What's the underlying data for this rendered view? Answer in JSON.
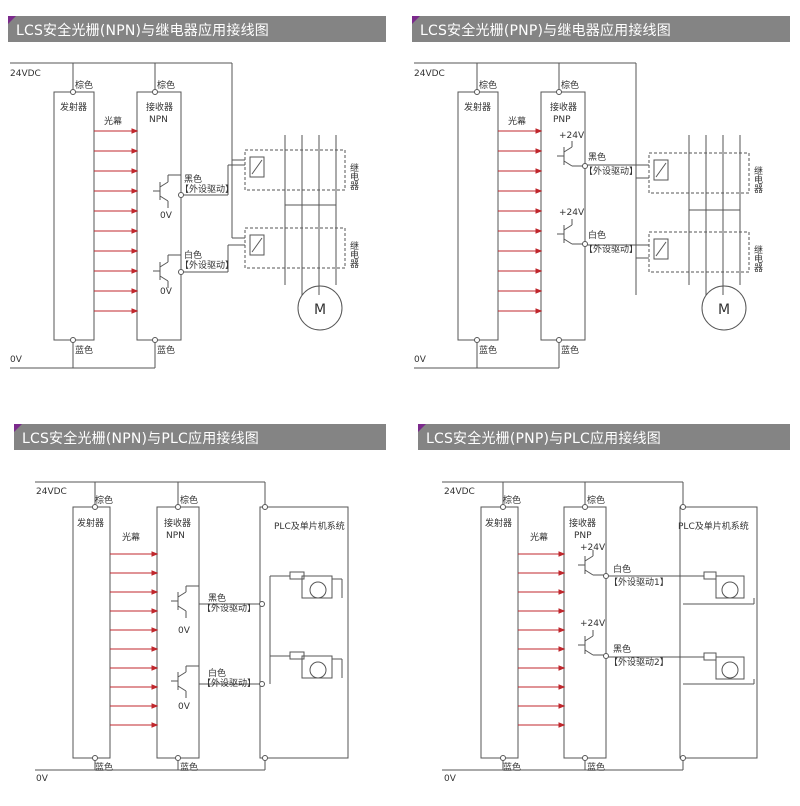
{
  "panels": [
    {
      "title": "LCS安全光栅(NPN)与继电器应用接线图",
      "supply": "24VDC",
      "ground": "0V",
      "brown": "棕色",
      "blue": "蓝色",
      "emitter": "发射器",
      "receiver": "接收器",
      "receiver_type": "NPN",
      "beam": "光幕",
      "out1_color": "黑色",
      "out1_driver": "【外设驱动】",
      "out1_ref": "0V",
      "out2_color": "白色",
      "out2_driver": "【外设驱动】",
      "out2_ref": "0V",
      "relay_label": "继电器",
      "motor": "M"
    },
    {
      "title": "LCS安全光栅(PNP)与继电器应用接线图",
      "supply": "24VDC",
      "ground": "0V",
      "brown": "棕色",
      "blue": "蓝色",
      "emitter": "发射器",
      "receiver": "接收器",
      "receiver_type": "PNP",
      "beam": "光幕",
      "out1_color": "黑色",
      "out1_driver": "【外设驱动】",
      "out1_ref": "+24V",
      "out2_color": "白色",
      "out2_driver": "【外设驱动】",
      "out2_ref": "+24V",
      "relay_label": "继电器",
      "motor": "M"
    },
    {
      "title": "LCS安全光栅(NPN)与PLC应用接线图",
      "supply": "24VDC",
      "ground": "0V",
      "brown": "棕色",
      "blue": "蓝色",
      "emitter": "发射器",
      "receiver": "接收器",
      "receiver_type": "NPN",
      "beam": "光幕",
      "out1_color": "黑色",
      "out1_driver": "【外设驱动】",
      "out1_ref": "0V",
      "out2_color": "白色",
      "out2_driver": "【外设驱动】",
      "out2_ref": "0V",
      "plc": "PLC及单片机系统"
    },
    {
      "title": "LCS安全光栅(PNP)与PLC应用接线图",
      "supply": "24VDC",
      "ground": "0V",
      "brown": "棕色",
      "blue": "蓝色",
      "emitter": "发射器",
      "receiver": "接收器",
      "receiver_type": "PNP",
      "beam": "光幕",
      "out1_color": "白色",
      "out1_driver": "【外设驱动1】",
      "out1_ref": "+24V",
      "out2_color": "黑色",
      "out2_driver": "【外设驱动2】",
      "out2_ref": "+24V",
      "plc": "PLC及单片机系统"
    }
  ],
  "colors": {
    "header": "#848484",
    "accent": "#7b2a8c",
    "beam": "#c0272d",
    "line": "#555555"
  }
}
